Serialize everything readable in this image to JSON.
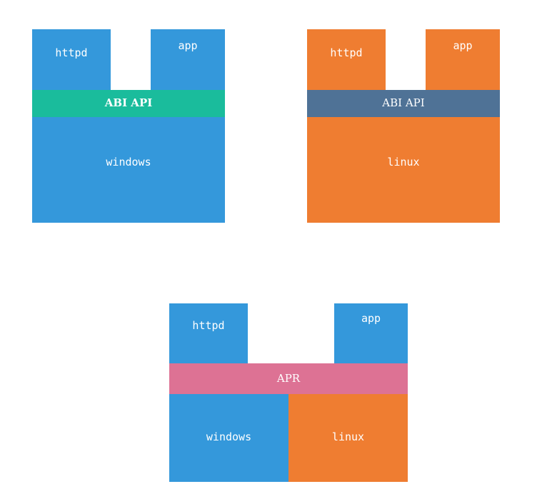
{
  "colors": {
    "blue": "#3498db",
    "orange": "#ef7d31",
    "teal": "#1abc9c",
    "slate": "#4f7296",
    "pink": "#dd7294"
  },
  "diagram_windows": {
    "httpd": "httpd",
    "app": "app",
    "abi_api": "ABI API",
    "os": "windows"
  },
  "diagram_linux": {
    "httpd": "httpd",
    "app": "app",
    "abi_api": "ABI API",
    "os": "linux"
  },
  "diagram_apr": {
    "httpd": "httpd",
    "app": "app",
    "apr": "APR",
    "os_windows": "windows",
    "os_linux": "linux"
  }
}
